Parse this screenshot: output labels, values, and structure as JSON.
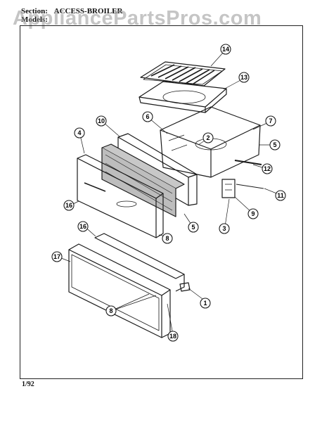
{
  "header": {
    "section_label": "Section:",
    "section_value": "ACCESS-BROILER",
    "model_label": "Models:"
  },
  "watermark": "AppliancePartsPros.com",
  "footer": {
    "date": "1/92"
  },
  "diagram": {
    "callouts": [
      "14",
      "13",
      "6",
      "2",
      "7",
      "5",
      "10",
      "4",
      "12",
      "11",
      "9",
      "3",
      "16",
      "8",
      "5",
      "16",
      "17",
      "8",
      "1",
      "18"
    ]
  }
}
